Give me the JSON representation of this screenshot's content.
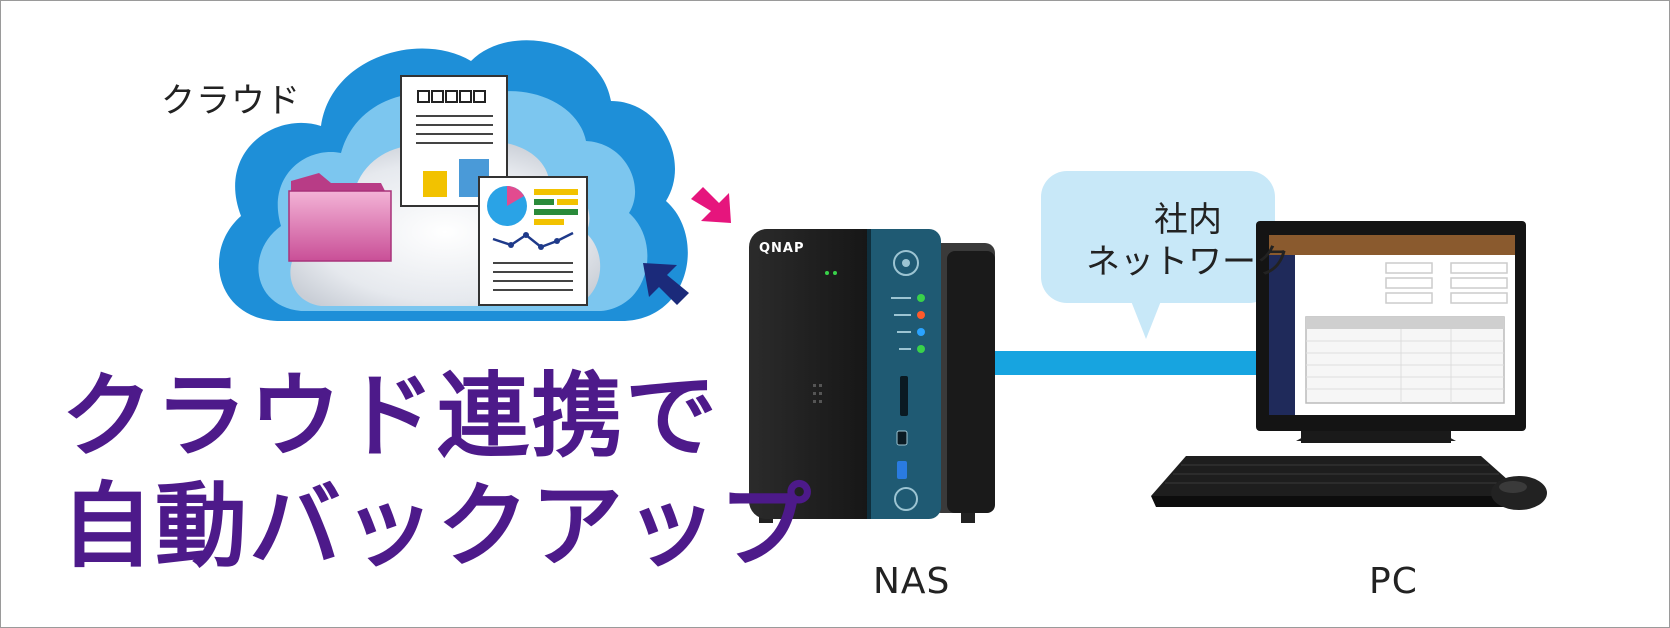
{
  "cloud": {
    "label": "クラウド"
  },
  "headline": {
    "line1": "クラウド連携で",
    "line2": "自動バックアップ"
  },
  "nas": {
    "label": "NAS",
    "brand": "QNAP"
  },
  "network": {
    "line1": "社内",
    "line2": "ネットワーク"
  },
  "pc": {
    "label": "PC"
  },
  "document": {
    "title_boxes": "□□□□□"
  },
  "colors": {
    "headline": "#4d1a8a",
    "cloud_outer": "#1e8fd8",
    "network_line": "#17a4e0",
    "bubble": "#c8e8f8",
    "arrow_pink": "#e6157d",
    "arrow_navy": "#1b2a7a",
    "nas_panel": "#1f5a73"
  }
}
